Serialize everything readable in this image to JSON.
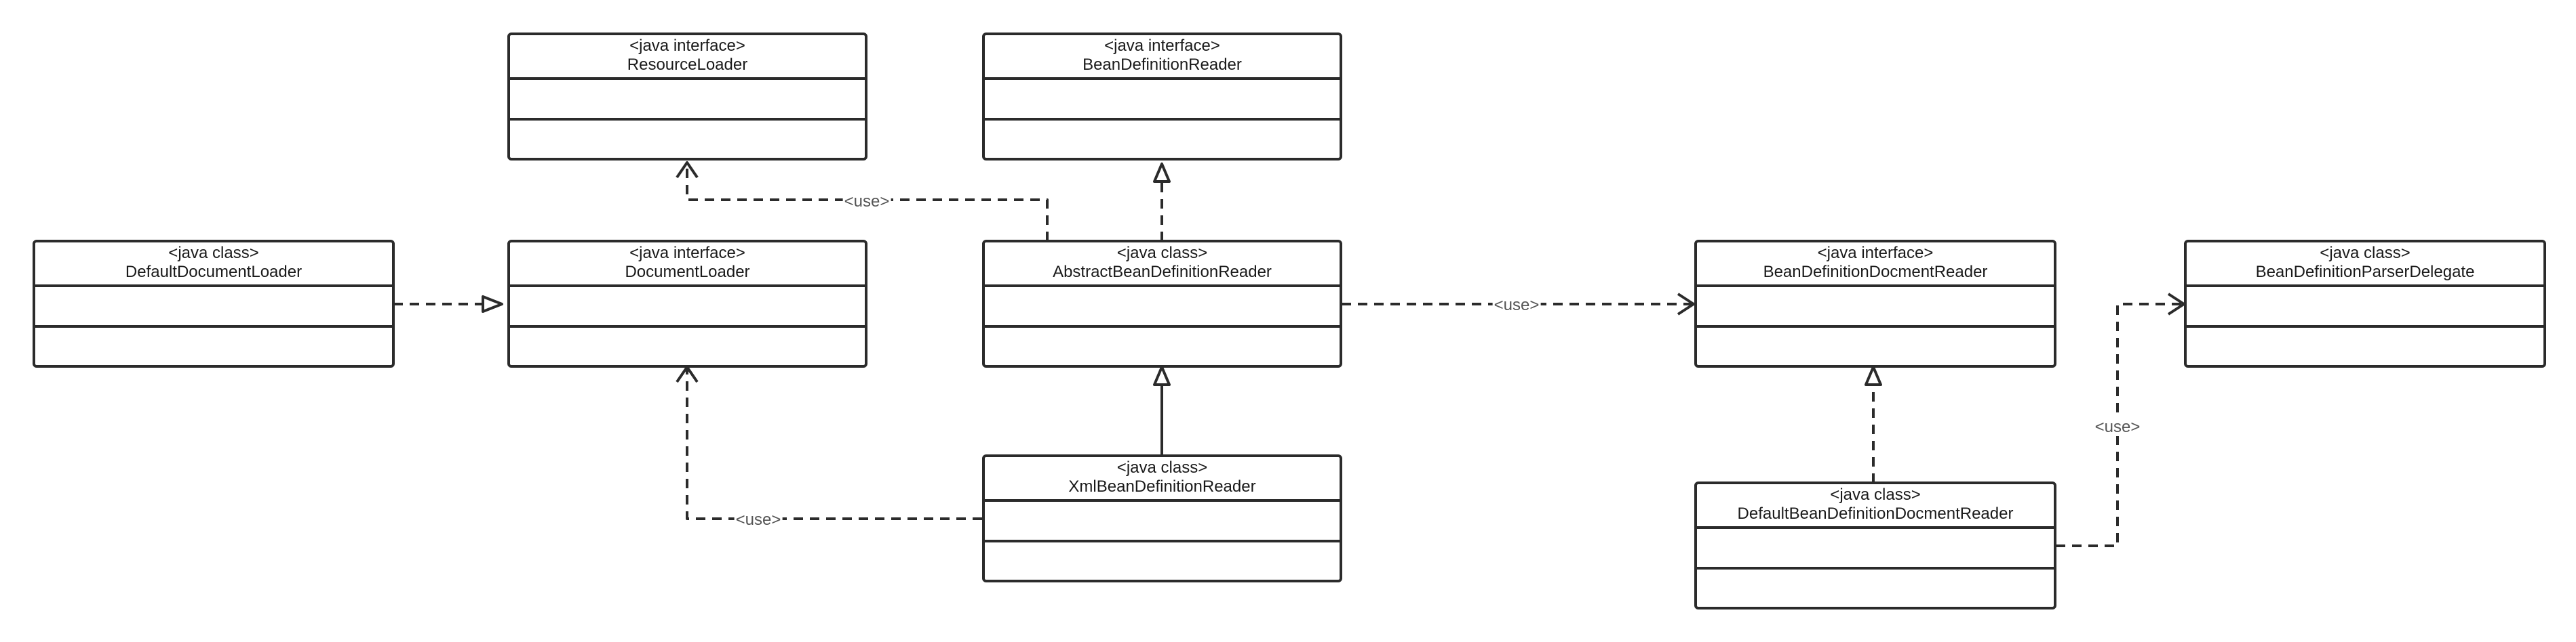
{
  "diagram": {
    "nodes": [
      {
        "id": "resource-loader",
        "stereotype": "<java interface>",
        "name": "ResourceLoader"
      },
      {
        "id": "bean-definition-reader",
        "stereotype": "<java interface>",
        "name": "BeanDefinitionReader"
      },
      {
        "id": "default-document-loader",
        "stereotype": "<java class>",
        "name": "DefaultDocumentLoader"
      },
      {
        "id": "document-loader",
        "stereotype": "<java interface>",
        "name": "DocumentLoader"
      },
      {
        "id": "abstract-bean-definition-reader",
        "stereotype": "<java class>",
        "name": "AbstractBeanDefinitionReader"
      },
      {
        "id": "bean-definition-docment-reader",
        "stereotype": "<java interface>",
        "name": "BeanDefinitionDocmentReader"
      },
      {
        "id": "bean-definition-parser-delegate",
        "stereotype": "<java class>",
        "name": "BeanDefinitionParserDelegate"
      },
      {
        "id": "xml-bean-definition-reader",
        "stereotype": "<java class>",
        "name": "XmlBeanDefinitionReader"
      },
      {
        "id": "default-bean-definition-docment-reader",
        "stereotype": "<java class>",
        "name": "DefaultBeanDefinitionDocmentReader"
      }
    ],
    "edges": [
      {
        "id": "abstract-uses-resource-loader",
        "from": "abstract-bean-definition-reader",
        "to": "resource-loader",
        "kind": "dependency",
        "label": "<use>"
      },
      {
        "id": "abstract-realizes-bean-definition-reader",
        "from": "abstract-bean-definition-reader",
        "to": "bean-definition-reader",
        "kind": "realization",
        "label": ""
      },
      {
        "id": "default-document-loader-realizes-document-loader",
        "from": "default-document-loader",
        "to": "document-loader",
        "kind": "realization",
        "label": ""
      },
      {
        "id": "abstract-uses-docment-reader",
        "from": "abstract-bean-definition-reader",
        "to": "bean-definition-docment-reader",
        "kind": "dependency",
        "label": "<use>"
      },
      {
        "id": "xml-extends-abstract",
        "from": "xml-bean-definition-reader",
        "to": "abstract-bean-definition-reader",
        "kind": "generalization",
        "label": ""
      },
      {
        "id": "xml-uses-document-loader",
        "from": "xml-bean-definition-reader",
        "to": "document-loader",
        "kind": "dependency",
        "label": "<use>"
      },
      {
        "id": "default-docment-reader-realizes-docment-reader",
        "from": "default-bean-definition-docment-reader",
        "to": "bean-definition-docment-reader",
        "kind": "realization",
        "label": ""
      },
      {
        "id": "default-docment-reader-uses-parser-delegate",
        "from": "default-bean-definition-docment-reader",
        "to": "bean-definition-parser-delegate",
        "kind": "dependency",
        "label": "<use>"
      }
    ]
  }
}
